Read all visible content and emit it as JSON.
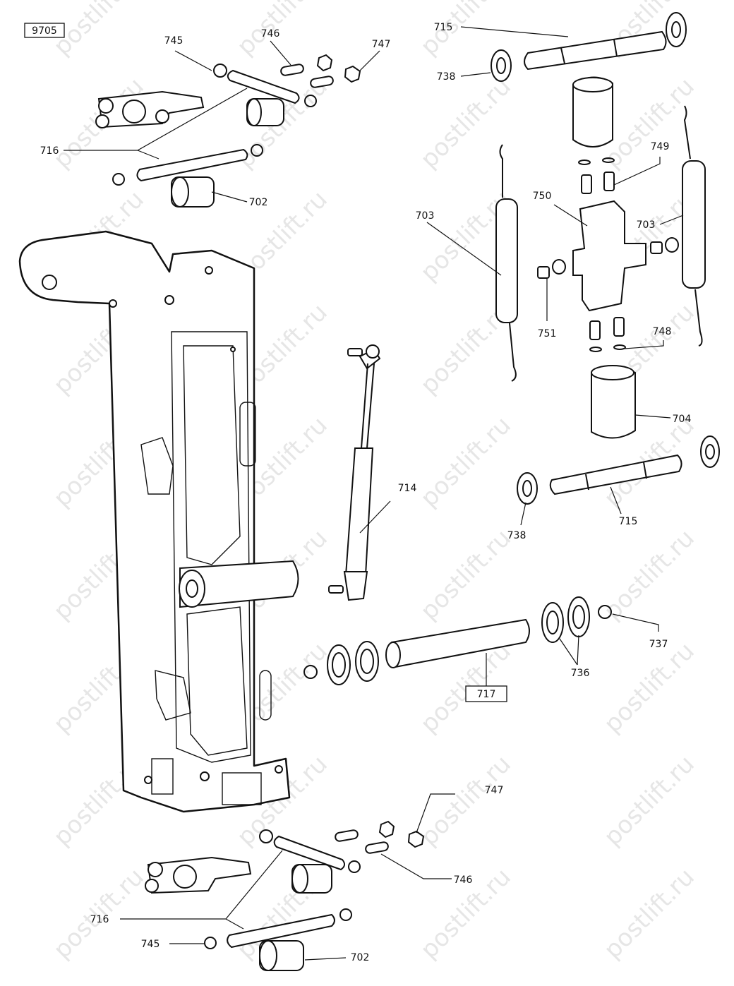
{
  "diagram_code": "9705",
  "watermark_text": "postlift.ru",
  "boxed_labels": {
    "code": "9705",
    "shaft": "717"
  },
  "labels": {
    "l745_top": "745",
    "l746_top": "746",
    "l747_top": "747",
    "l716_top": "716",
    "l702_top": "702",
    "l715_top": "715",
    "l738_top": "738",
    "l749": "749",
    "l750": "750",
    "l703_left": "703",
    "l703_right": "703",
    "l751": "751",
    "l748": "748",
    "l704": "704",
    "l714": "714",
    "l738_bot": "738",
    "l715_bot": "715",
    "l737": "737",
    "l736": "736",
    "l747_bot": "747",
    "l746_bot": "746",
    "l716_bot": "716",
    "l745_bot": "745",
    "l702_bot": "702"
  }
}
